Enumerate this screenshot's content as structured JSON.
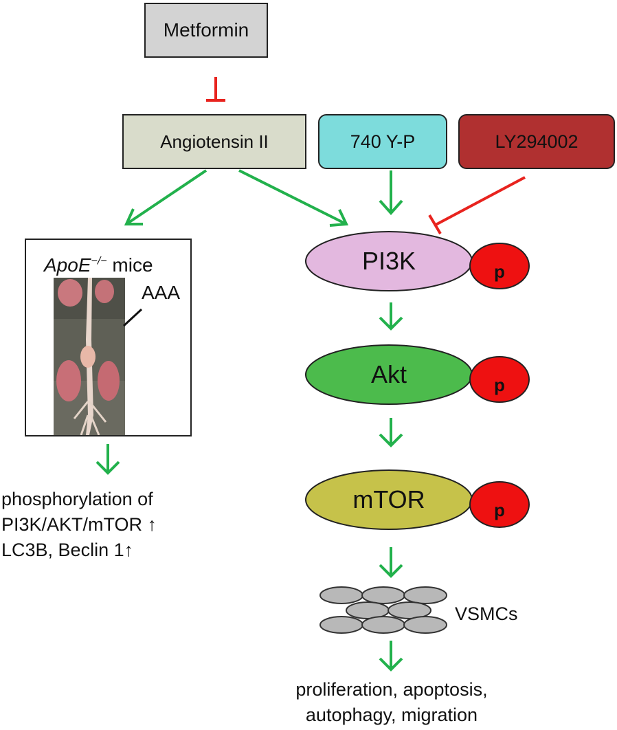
{
  "nodes": {
    "metformin": "Metformin",
    "angiotensin": "Angiotensin II",
    "ypep": "740 Y-P",
    "ly": "LY294002",
    "pi3k": "PI3K",
    "akt": "Akt",
    "mtor": "mTOR",
    "phospho_marker": "p"
  },
  "mice_panel": {
    "title_italic": "ApoE",
    "title_sup": "−/−",
    "title_rest": " mice",
    "aaa": "AAA"
  },
  "phospho_text": {
    "line1": "phosphorylation of",
    "line2": "PI3K/AKT/mTOR ↑",
    "line3": "LC3B, Beclin 1↑"
  },
  "vsmc_label": "VSMCs",
  "outcome": {
    "line1": "proliferation, apoptosis,",
    "line2": "autophagy, migration"
  },
  "colors": {
    "activation_arrow": "#22b14c",
    "inhibition": "#e8231e",
    "pi3k_fill": "#e3b8df",
    "akt_fill": "#4cbb4c",
    "mtor_fill": "#c6c24a",
    "p_fill": "#ee1111",
    "cell_fill": "#b8b8b8"
  }
}
